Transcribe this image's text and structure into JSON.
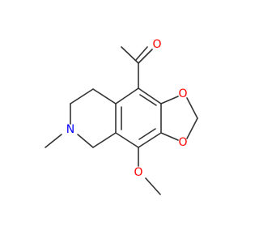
{
  "molecule": {
    "atoms": [
      {
        "id": "o_aldehyde",
        "symbol": "O",
        "color": "#ff0000"
      },
      {
        "id": "o_ring_upper",
        "symbol": "O",
        "color": "#ff0000"
      },
      {
        "id": "o_ring_lower",
        "symbol": "O",
        "color": "#ff0000"
      },
      {
        "id": "o_methoxy",
        "symbol": "O",
        "color": "#ff0000"
      },
      {
        "id": "n_ring",
        "symbol": "N",
        "color": "#0000ff"
      }
    ]
  }
}
